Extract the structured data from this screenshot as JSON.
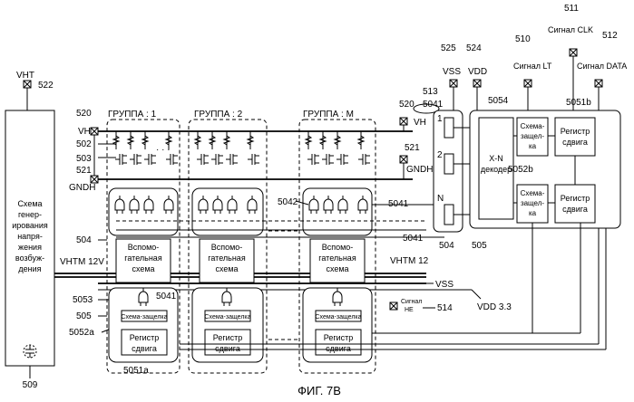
{
  "caption": "ФИГ. 7В",
  "left_block": {
    "lines": [
      "Схема",
      "генер-",
      "ирования",
      "напря-",
      "жения",
      "возбуж-",
      "дения"
    ]
  },
  "pins": {
    "vht": "VHT",
    "vh_left": "VH",
    "gndh_left": "GNDH",
    "vh_right": "VH",
    "gndh_right": "GNDH",
    "vss": "VSS",
    "vdd": "VDD",
    "signal_lt": "Сигнал LT",
    "signal_clk": "Сигнал CLK",
    "signal_data": "Сигнал DATA",
    "signal_he_line1": "Сигнал",
    "signal_he_line2": "HE"
  },
  "rails": {
    "vhtm_left": "VHTM 12V",
    "vhtm_right": "VHTM 12",
    "vss": "VSS",
    "vdd": "VDD 3.3"
  },
  "groups": [
    {
      "label": "ГРУППА : 1"
    },
    {
      "label": "ГРУППА : 2"
    },
    {
      "label": "ГРУППА : M"
    }
  ],
  "blocks": {
    "aux_lines": [
      "Вспомо-",
      "гательная",
      "схема"
    ],
    "latch_small": "Схема-защелка",
    "shift_lines": [
      "Регистр",
      "сдвига"
    ],
    "latch_right_lines": [
      "Схема-",
      "защел-",
      "ка"
    ],
    "decoder_lines": [
      "X-N",
      "декодер"
    ],
    "sel_1": "1",
    "sel_2": "2",
    "sel_n": "N"
  },
  "refs": {
    "r522": "522",
    "r520a": "520",
    "r502": "502",
    "r503": "503",
    "r521a": "521",
    "r504a": "504",
    "r505a": "505",
    "r5053": "5053",
    "r5052a": "5052a",
    "r5051a": "5051a",
    "r509": "509",
    "r5041a": "5041",
    "r5042": "5042",
    "r520b": "520",
    "r521b": "521",
    "r513": "513",
    "r5041b": "5041",
    "r525": "525",
    "r524": "524",
    "r5054": "5054",
    "r510": "510",
    "r511": "511",
    "r512": "512",
    "r5051b": "5051b",
    "r5052b": "5052b",
    "r5041c": "5041",
    "r5041d": "5041",
    "r504b": "504",
    "r505b": "505",
    "r514": "514"
  }
}
